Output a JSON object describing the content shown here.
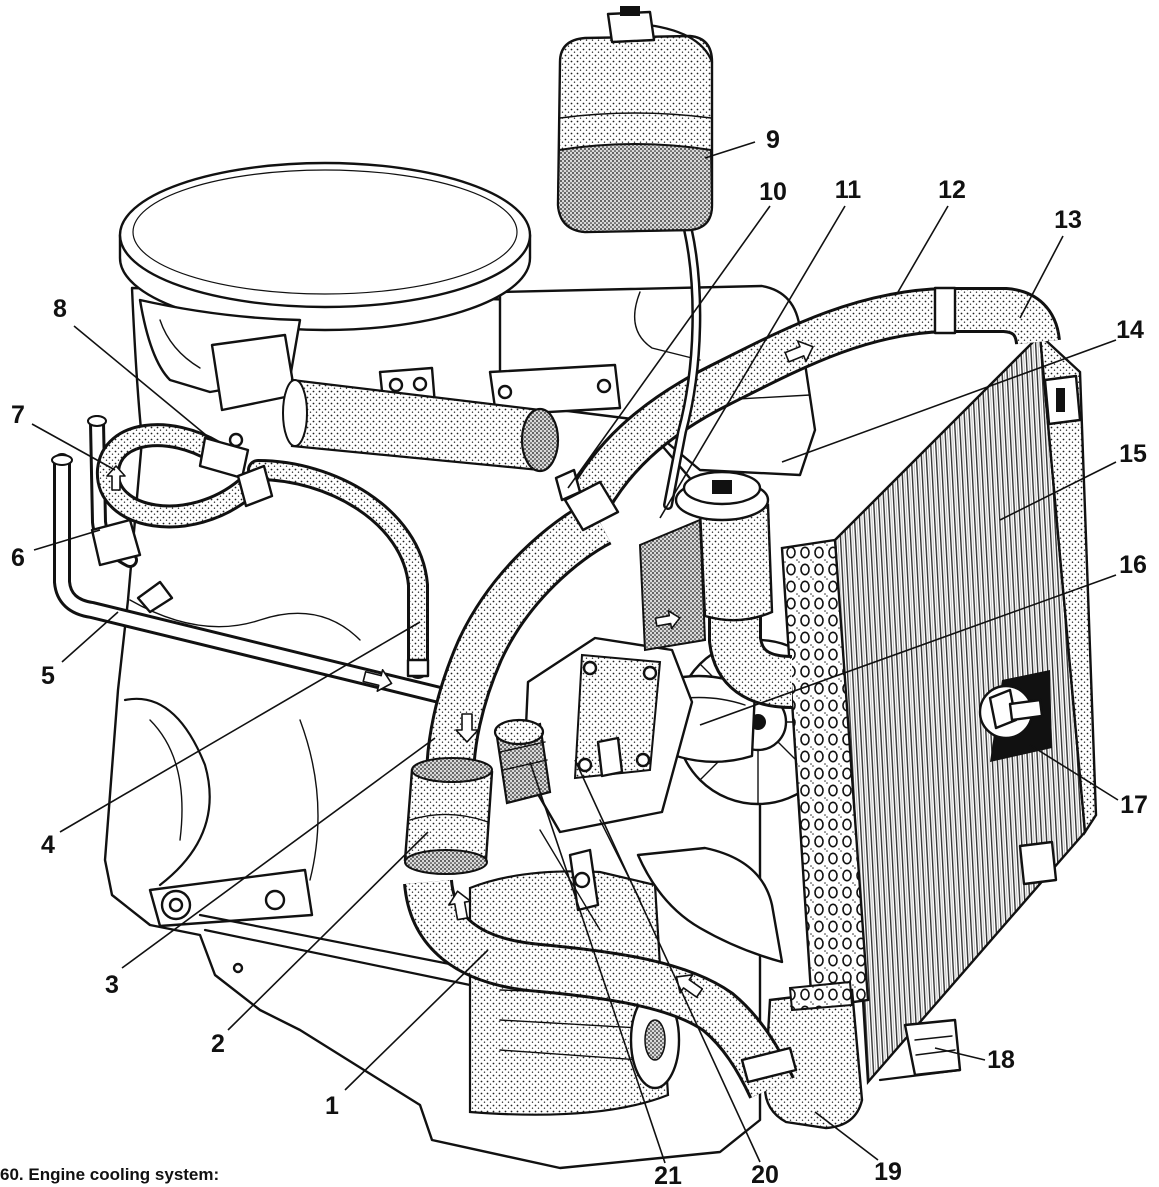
{
  "caption": "60. Engine cooling system:",
  "callouts": [
    "1",
    "2",
    "3",
    "4",
    "5",
    "6",
    "7",
    "8",
    "9",
    "10",
    "11",
    "12",
    "13",
    "14",
    "15",
    "16",
    "17",
    "18",
    "19",
    "20",
    "21"
  ],
  "colors": {
    "ink": "#111111",
    "paper": "#ffffff"
  }
}
